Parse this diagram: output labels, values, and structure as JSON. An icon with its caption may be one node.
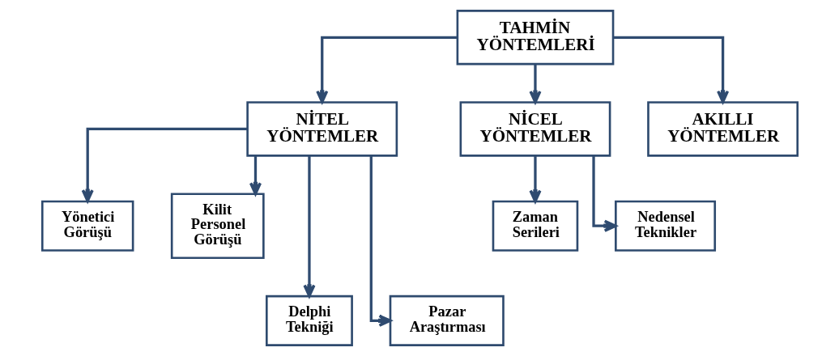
{
  "diagram": {
    "nodes": [
      {
        "text": [
          "TAHMİN YÖNTEMLERİ"
        ]
      },
      {
        "text": [
          "NİTEL YÖNTEMLER"
        ]
      },
      {
        "text": [
          "NİCEL YÖNTEMLER"
        ]
      },
      {
        "text": [
          "AKILLI YÖNTEMLER"
        ]
      },
      {
        "text": [
          "Yönetici Görüşü"
        ]
      },
      {
        "text": [
          "Kilit Personel Görüşü"
        ]
      },
      {
        "text": [
          "Zaman Serileri"
        ]
      },
      {
        "text": [
          "Nedensel Teknikler"
        ]
      },
      {
        "text": [
          "Delphi Tekniği"
        ]
      },
      {
        "text": [
          "Pazar Araştırması"
        ]
      }
    ],
    "edges": [
      {
        "from": 0,
        "to": 1,
        "arrow": "to"
      },
      {
        "from": 0,
        "to": 2,
        "arrow": "to"
      },
      {
        "from": 0,
        "to": 3,
        "arrow": "to"
      },
      {
        "from": 1,
        "to": 4,
        "arrow": "to"
      },
      {
        "from": 1,
        "to": 5,
        "arrow": "to"
      },
      {
        "from": 2,
        "to": 6,
        "arrow": "to"
      },
      {
        "from": 2,
        "to": 7,
        "arrow": "to"
      },
      {
        "from": 1,
        "to": 8,
        "arrow": "to"
      },
      {
        "from": 1,
        "to": 9,
        "arrow": "to"
      }
    ]
  }
}
